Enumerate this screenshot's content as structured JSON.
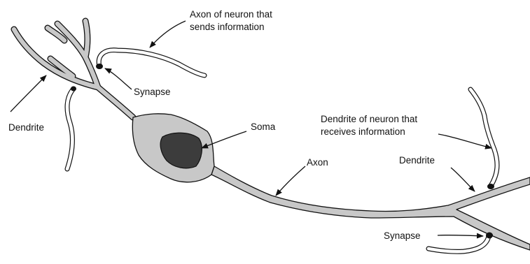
{
  "labels": {
    "axon_sender": "Axon of neuron that\nsends information",
    "synapse_top": "Synapse",
    "dendrite_left": "Dendrite",
    "soma": "Soma",
    "axon": "Axon",
    "dendrite_receiver": "Dendrite of neuron that\nreceives information",
    "dendrite_right": "Dendrite",
    "synapse_bottom": "Synapse"
  },
  "colors": {
    "cell_fill": "#c8c8c8",
    "nucleus_fill": "#3c3c3c",
    "outline": "#111111",
    "background": "#ffffff"
  }
}
